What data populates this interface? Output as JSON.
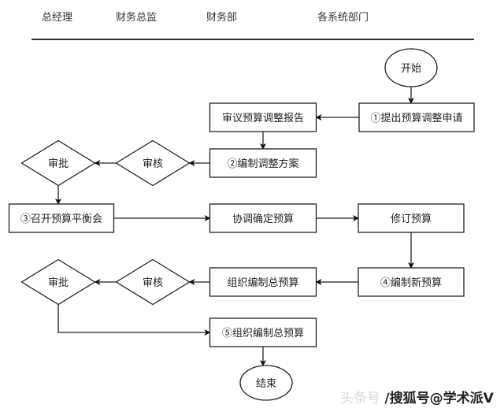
{
  "lanes": [
    {
      "id": "gm",
      "label": "总经理"
    },
    {
      "id": "cfo",
      "label": "财务总监"
    },
    {
      "id": "finance",
      "label": "财务部"
    },
    {
      "id": "depts",
      "label": "各系统部门"
    }
  ],
  "nodes": {
    "start": {
      "label": "开始",
      "shape": "ellipse",
      "lane": "depts"
    },
    "submit_request": {
      "label": "①提出预算调整申请",
      "shape": "rect",
      "lane": "depts"
    },
    "review_report": {
      "label": "审议预算调整报告",
      "shape": "rect",
      "lane": "finance"
    },
    "draft_plan": {
      "label": "②编制调整方案",
      "shape": "rect",
      "lane": "finance"
    },
    "audit_1": {
      "label": "审核",
      "shape": "diamond",
      "lane": "cfo"
    },
    "approve_1": {
      "label": "审批",
      "shape": "diamond",
      "lane": "gm"
    },
    "balance_meeting": {
      "label": "③召开预算平衡会",
      "shape": "rect",
      "lane": "gm"
    },
    "coordinate_budget": {
      "label": "协调确定预算",
      "shape": "rect",
      "lane": "finance"
    },
    "revise_budget": {
      "label": "修订预算",
      "shape": "rect",
      "lane": "depts"
    },
    "new_budget": {
      "label": "④编制新预算",
      "shape": "rect",
      "lane": "depts"
    },
    "compile_total": {
      "label": "组织编制总预算",
      "shape": "rect",
      "lane": "finance"
    },
    "audit_2": {
      "label": "审核",
      "shape": "diamond",
      "lane": "cfo"
    },
    "approve_2": {
      "label": "审批",
      "shape": "diamond",
      "lane": "gm"
    },
    "compile_total_final": {
      "label": "⑤组织编制总预算",
      "shape": "rect",
      "lane": "finance"
    },
    "end": {
      "label": "结束",
      "shape": "ellipse",
      "lane": "finance"
    }
  },
  "edges": [
    {
      "from": "start",
      "to": "submit_request"
    },
    {
      "from": "submit_request",
      "to": "review_report"
    },
    {
      "from": "review_report",
      "to": "draft_plan"
    },
    {
      "from": "draft_plan",
      "to": "audit_1"
    },
    {
      "from": "audit_1",
      "to": "approve_1"
    },
    {
      "from": "approve_1",
      "to": "balance_meeting"
    },
    {
      "from": "balance_meeting",
      "to": "coordinate_budget"
    },
    {
      "from": "coordinate_budget",
      "to": "revise_budget"
    },
    {
      "from": "revise_budget",
      "to": "new_budget"
    },
    {
      "from": "new_budget",
      "to": "compile_total"
    },
    {
      "from": "compile_total",
      "to": "audit_2"
    },
    {
      "from": "audit_2",
      "to": "approve_2"
    },
    {
      "from": "approve_2",
      "to": "compile_total_final"
    },
    {
      "from": "compile_total_final",
      "to": "end"
    }
  ],
  "watermark": {
    "primary": "头条号",
    "secondary": "/搜狐号@学术派V"
  }
}
